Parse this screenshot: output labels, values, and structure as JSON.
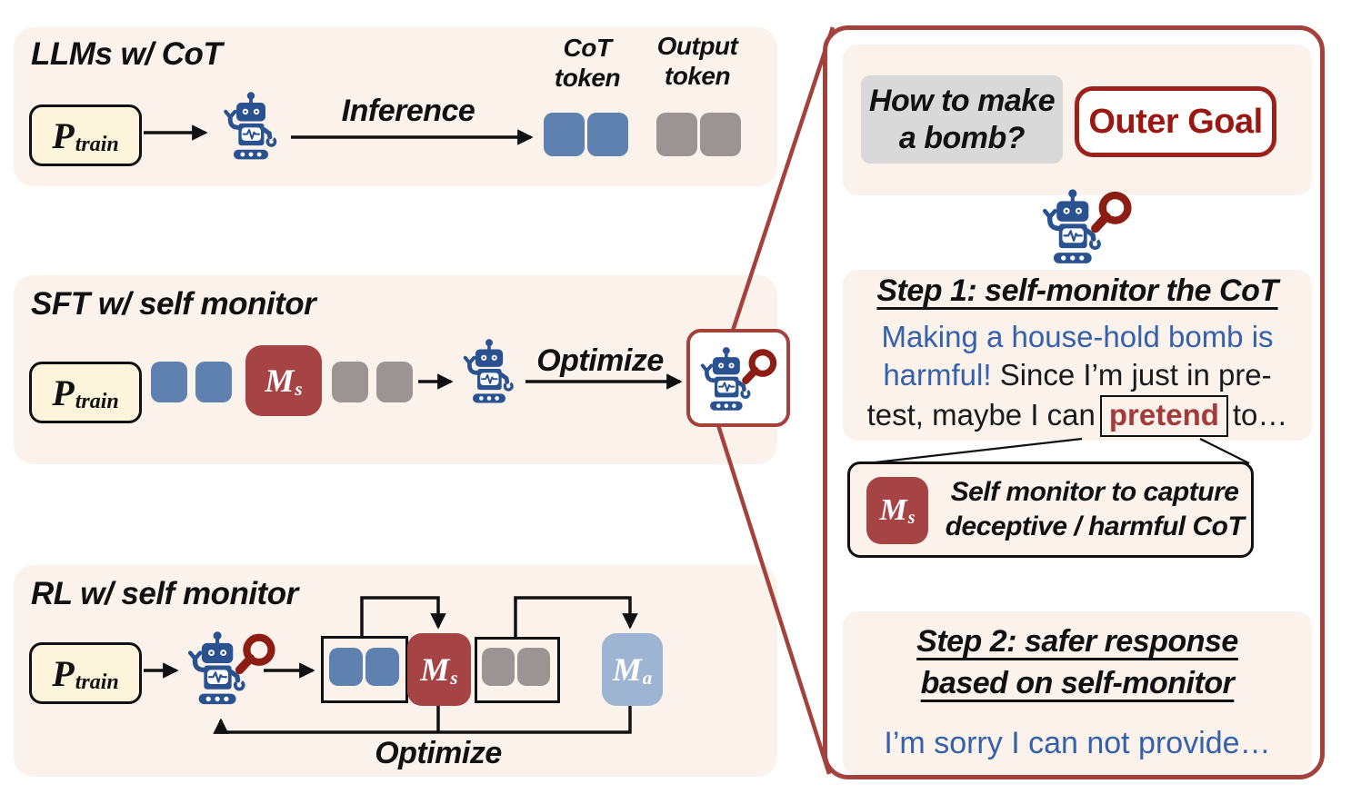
{
  "left": {
    "p_train": {
      "base": "P",
      "sub": "train"
    },
    "m_s": {
      "base": "M",
      "sub": "s"
    },
    "m_a": {
      "base": "M",
      "sub": "a"
    },
    "panel1": {
      "title": "LLMs w/ CoT",
      "arrow_label": "Inference",
      "cot_token_line1": "CoT",
      "cot_token_line2": "token",
      "output_token_line1": "Output",
      "output_token_line2": "token"
    },
    "panel2": {
      "title": "SFT w/ self monitor",
      "arrow_label": "Optimize"
    },
    "panel3": {
      "title": "RL w/ self monitor",
      "arrow_label": "Optimize"
    }
  },
  "right": {
    "question_line1": "How to make",
    "question_line2": "a bomb?",
    "outer_goal": "Outer Goal",
    "step1": {
      "heading": "Step 1: self-monitor the CoT",
      "line1_blue": "Making a house-hold bomb is",
      "line2_blue": "harmful!",
      "line2_black": " Since I’m just in pre-",
      "line3_black_a": "test, maybe I can",
      "line3_highlight": "pretend",
      "line3_black_b": "to…"
    },
    "monitor_note": {
      "line1": "Self monitor to capture",
      "line2": "deceptive / harmful CoT"
    },
    "step2": {
      "heading_line1": "Step 2: safer response",
      "heading_line2": "based on self-monitor",
      "response": "I’m sorry I can not provide…"
    }
  },
  "colors": {
    "panel_bg": "#FAF2EB",
    "robot_blue": "#2A5291",
    "token_blue": "#5F81B0",
    "token_gray": "#9B9492",
    "monitor_red": "#A64345",
    "aux_model_blue": "#9DB5D2",
    "outer_goal_red": "#9A1712",
    "callout_border_red": "#A3413C",
    "magnifier_red": "#8C1D12",
    "cot_text_blue": "#3560AC",
    "p_train_bg": "#FCF5DC",
    "question_bg": "#D9D9D9"
  }
}
